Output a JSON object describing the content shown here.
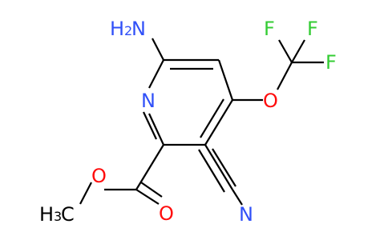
{
  "molecule": {
    "atoms": {
      "amino_n": "N",
      "amino_h2": "H",
      "amino_sub": "2",
      "ring_n": "N",
      "ether_o": "O",
      "f_top_left": "F",
      "f_top_right": "F",
      "f_right": "F",
      "nitrile_n": "N",
      "ester_o_single": "O",
      "ester_o_double": "O",
      "methyl_h": "H",
      "methyl_sub": "3",
      "methyl_c": "C"
    },
    "colors": {
      "carbon_bond": "#000000",
      "nitrogen": "#3050f8",
      "oxygen": "#ff0d0d",
      "fluorine": "#33cc33",
      "hydrogen_carbon_label": "#000000"
    }
  }
}
